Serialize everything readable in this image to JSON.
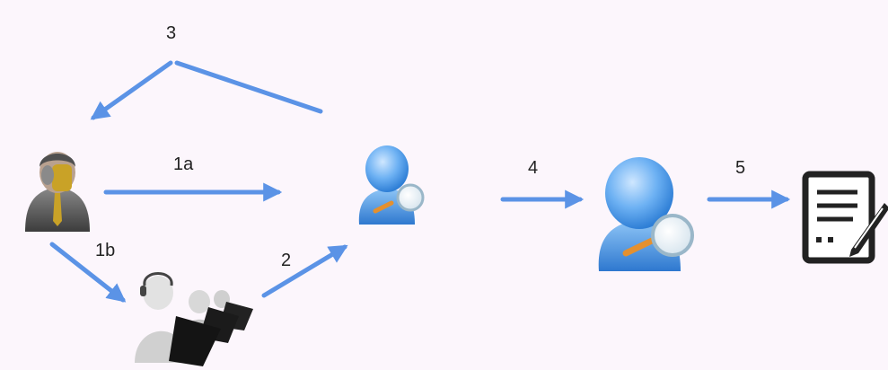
{
  "diagram": {
    "labels": {
      "step_3": "3",
      "step_1a": "1a",
      "step_1b": "1b",
      "step_2": "2",
      "step_4": "4",
      "step_5": "5"
    },
    "colors": {
      "arrow": "#5b93e6",
      "background": "#fcf6fc",
      "user_icon_blue": "#5aa6f0",
      "magnifier_handle": "#e4902f",
      "businessman_suit": "#5d5d5d",
      "businessman_tie": "#c9a227",
      "document_ink": "#222222"
    },
    "icons": [
      "businessman-icon",
      "call-center-agents-icon",
      "search-user-icon-small",
      "search-user-icon-large",
      "document-edit-icon"
    ]
  }
}
